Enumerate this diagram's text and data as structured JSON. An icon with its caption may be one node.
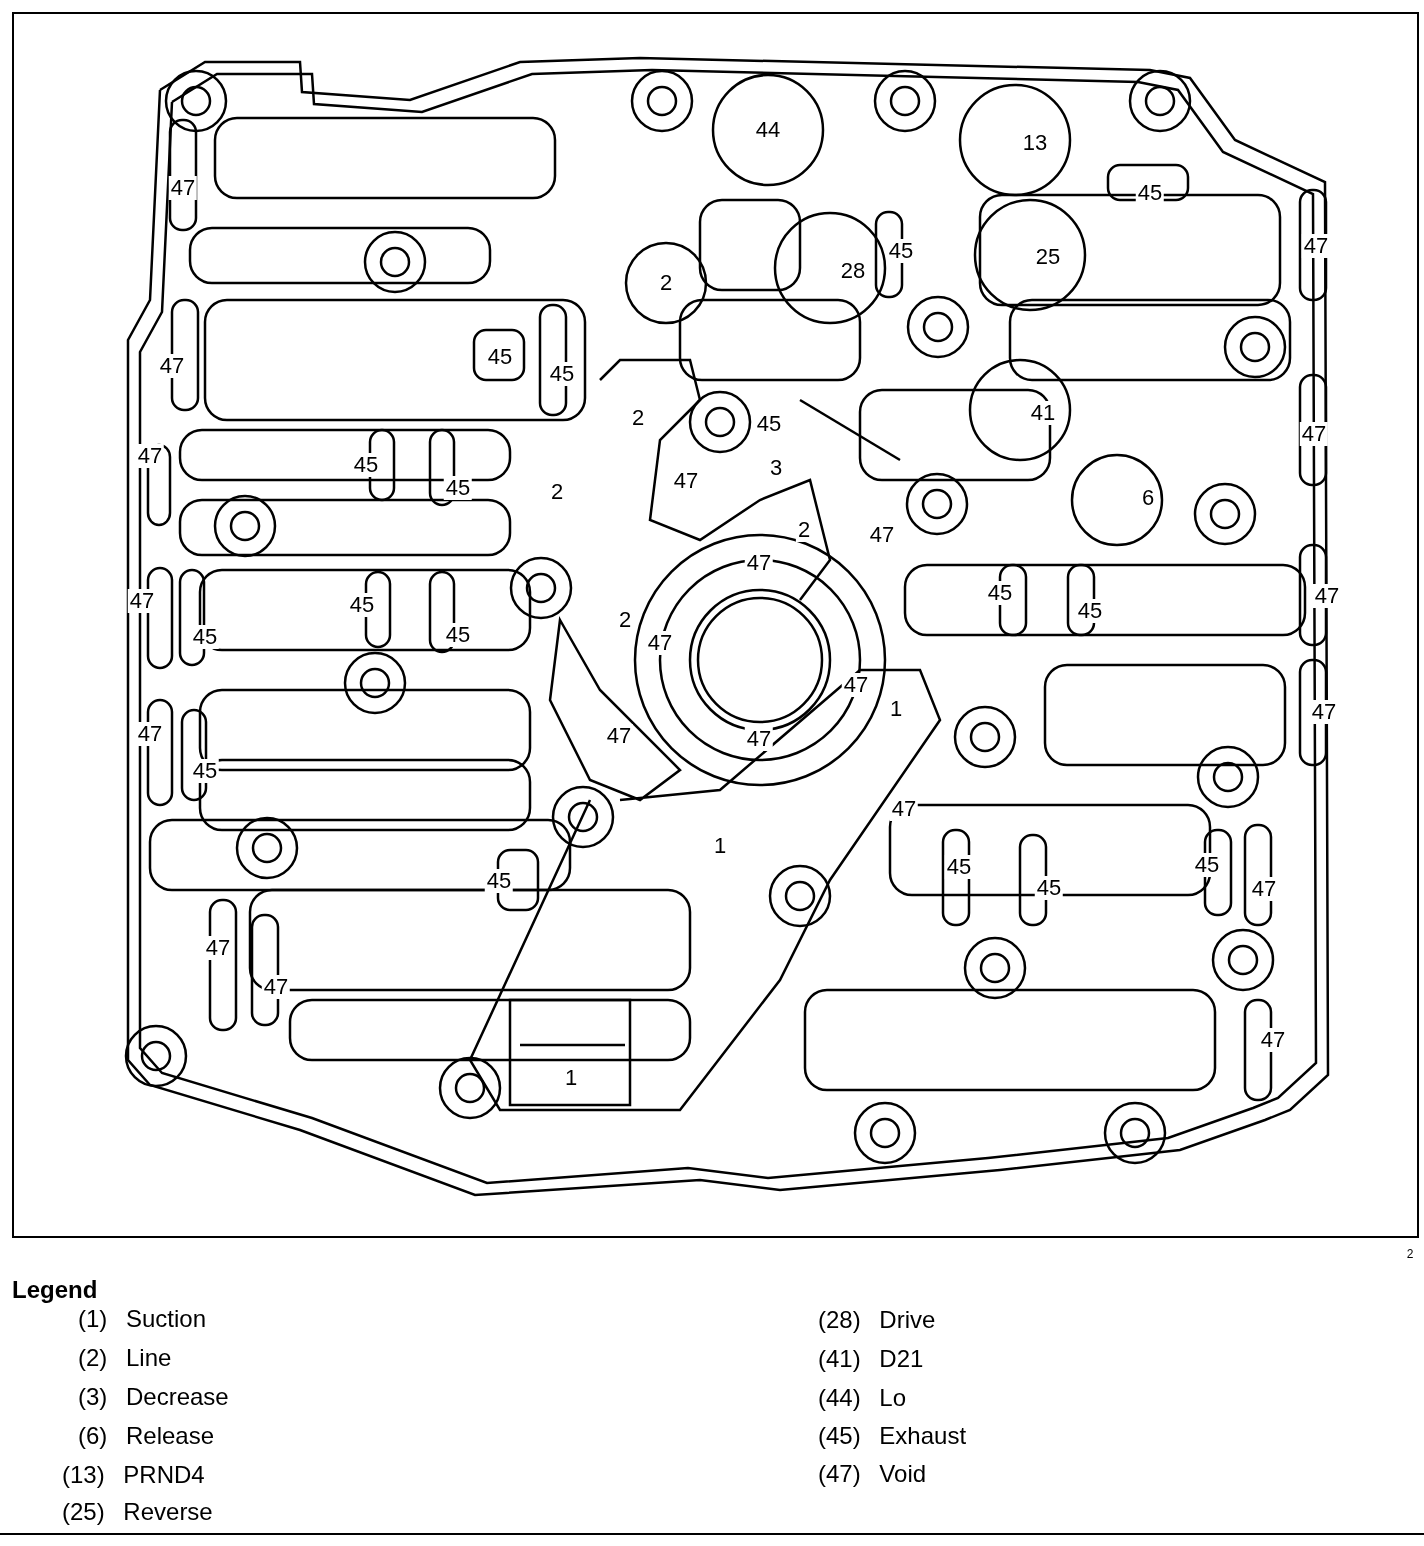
{
  "diagram": {
    "labels": [
      "44",
      "13",
      "47",
      "45",
      "2",
      "28",
      "45",
      "25",
      "47",
      "45",
      "45",
      "47",
      "2",
      "45",
      "41",
      "47",
      "47",
      "45",
      "3",
      "47",
      "45",
      "2",
      "6",
      "2",
      "47",
      "47",
      "47",
      "45",
      "2",
      "45",
      "45",
      "47",
      "45",
      "45",
      "47",
      "47",
      "1",
      "47",
      "47",
      "47",
      "47",
      "45",
      "47",
      "1",
      "45",
      "45",
      "45",
      "45",
      "47",
      "47",
      "47",
      "47",
      "1",
      "2",
      "Legend",
      "(1) Suction",
      "(2) Line",
      "(3) Decrease",
      "(6) Release",
      "(13) PRND4",
      "(25) Reverse",
      "(28) Drive",
      "(41) D21",
      "(44) Lo",
      "(45) Exhaust",
      "(47) Void"
    ]
  }
}
